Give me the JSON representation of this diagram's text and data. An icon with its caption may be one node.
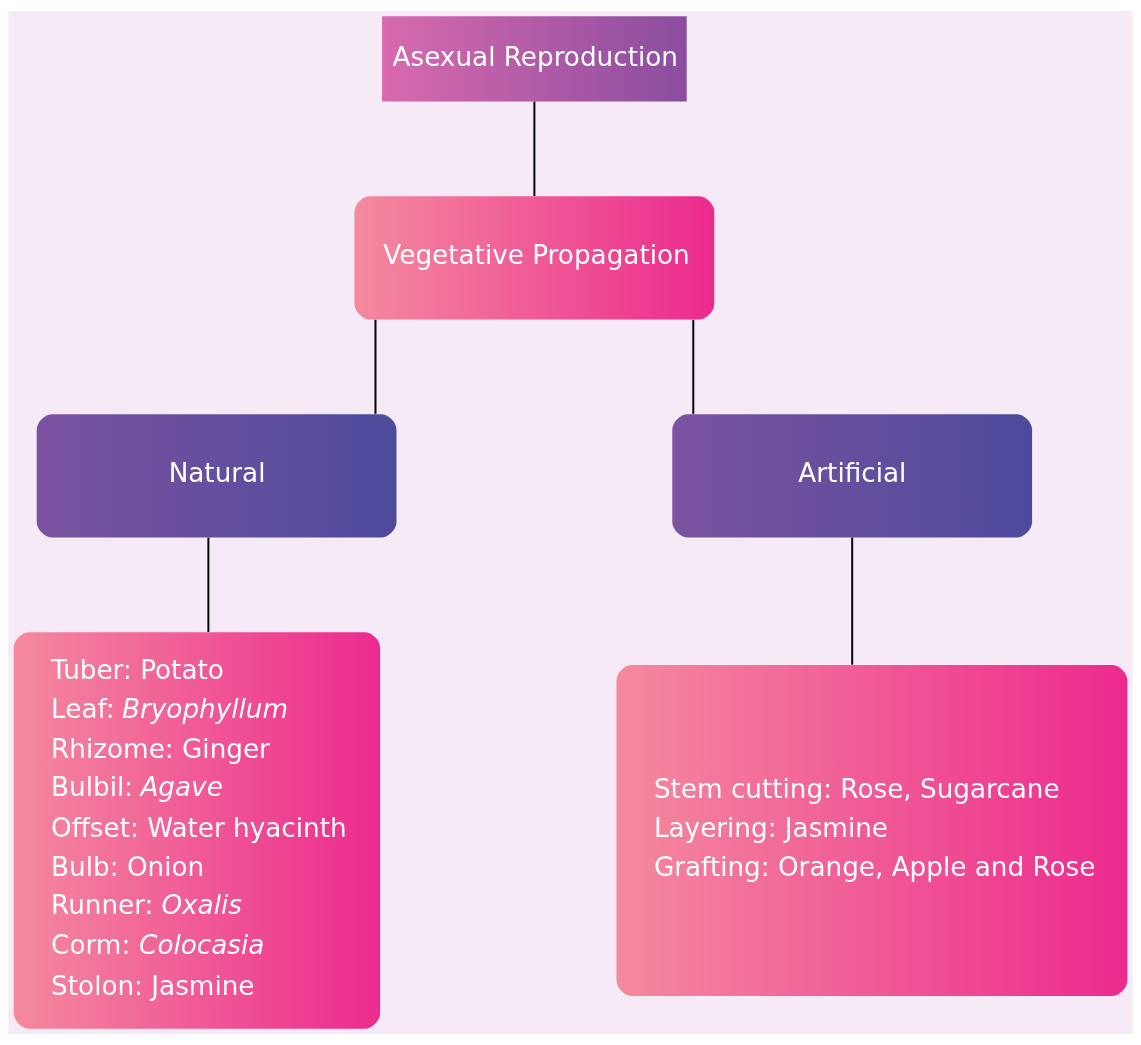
{
  "diagram": {
    "nodes": [
      {
        "text": [
          "Asexual Reproduction"
        ]
      },
      {
        "text": [
          "Vegetative Propagation"
        ]
      },
      {
        "text": [
          "Natural"
        ]
      },
      {
        "text": [
          "Artificial"
        ]
      },
      {
        "text": [
          "Tuber: Potato",
          "Leaf: *Bryophyllum*",
          "Rhizome: Ginger",
          "Bulbil: *Agave*",
          "Offset: Water hyacinth",
          "Bulb: Onion",
          "Runner: *Oxalis*",
          "Corm: *Colocasia*",
          "Stolon: Jasmine"
        ]
      },
      {
        "text": [
          "Stem cutting: Rose, Sugarcane",
          "Layering: Jasmine",
          "Grafting: Orange, Apple and Rose"
        ]
      }
    ],
    "edges": [
      {
        "from": 0,
        "to": 1,
        "arrow": "none"
      },
      {
        "from": 1,
        "to": 2,
        "arrow": "none"
      },
      {
        "from": 1,
        "to": 3,
        "arrow": "none"
      },
      {
        "from": 2,
        "to": 4,
        "arrow": "none"
      },
      {
        "from": 3,
        "to": 5,
        "arrow": "none"
      }
    ]
  }
}
